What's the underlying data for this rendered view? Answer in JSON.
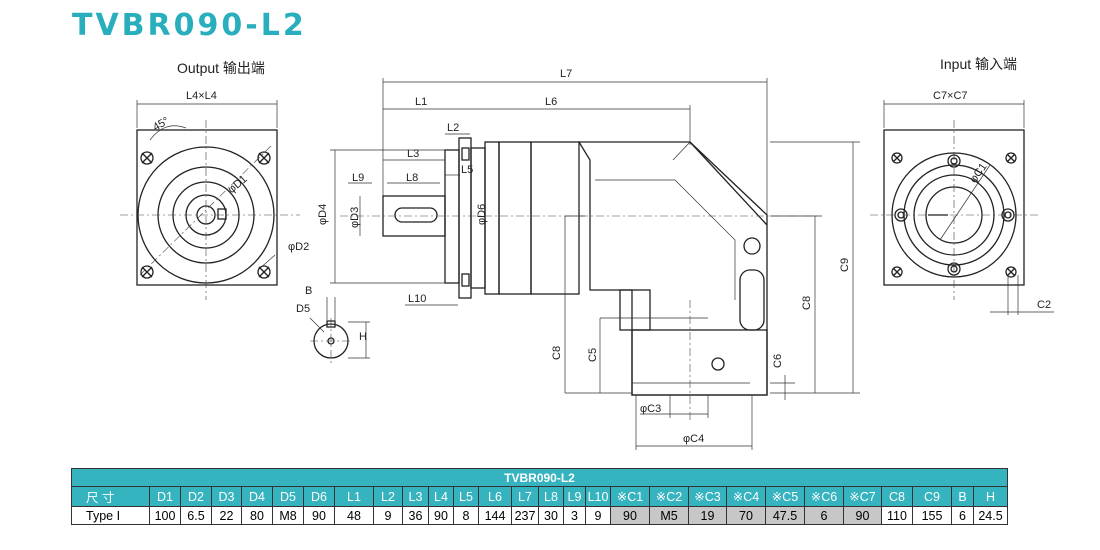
{
  "title": "TVBR090-L2",
  "output_label": "Output 输出端",
  "input_label": "Input 输入端",
  "dims": {
    "L4xL4": "L4×L4",
    "angle45": "45°",
    "D1": "φD1",
    "D2": "φD2",
    "B": "B",
    "D5": "D5",
    "H": "H",
    "L7": "L7",
    "L1": "L1",
    "L6": "L6",
    "L2": "L2",
    "L3": "L3",
    "L9": "L9",
    "L8": "L8",
    "L5": "L5",
    "L10": "L10",
    "D4": "φD4",
    "D3": "φD3",
    "D6": "φD6",
    "C9": "C9",
    "C8a": "C8",
    "C8b": "C8",
    "C5": "C5",
    "C6": "C6",
    "C3": "φC3",
    "C4": "φC4",
    "C7xC7": "C7×C7",
    "C1": "φC1",
    "C2": "C2"
  },
  "table": {
    "caption": "TVBR090-L2",
    "headers": [
      "尺 寸",
      "D1",
      "D2",
      "D3",
      "D4",
      "D5",
      "D6",
      "L1",
      "L2",
      "L3",
      "L4",
      "L5",
      "L6",
      "L7",
      "L8",
      "L9",
      "L10",
      "※C1",
      "※C2",
      "※C3",
      "※C4",
      "※C5",
      "※C6",
      "※C7",
      "C8",
      "C9",
      "B",
      "H"
    ],
    "rows": [
      [
        "Type I",
        "100",
        "6.5",
        "22",
        "80",
        "M8",
        "90",
        "48",
        "9",
        "36",
        "90",
        "8",
        "144",
        "237",
        "30",
        "3",
        "9",
        "90",
        "M5",
        "19",
        "70",
        "47.5",
        "6",
        "90",
        "110",
        "155",
        "6",
        "24.5"
      ]
    ]
  }
}
